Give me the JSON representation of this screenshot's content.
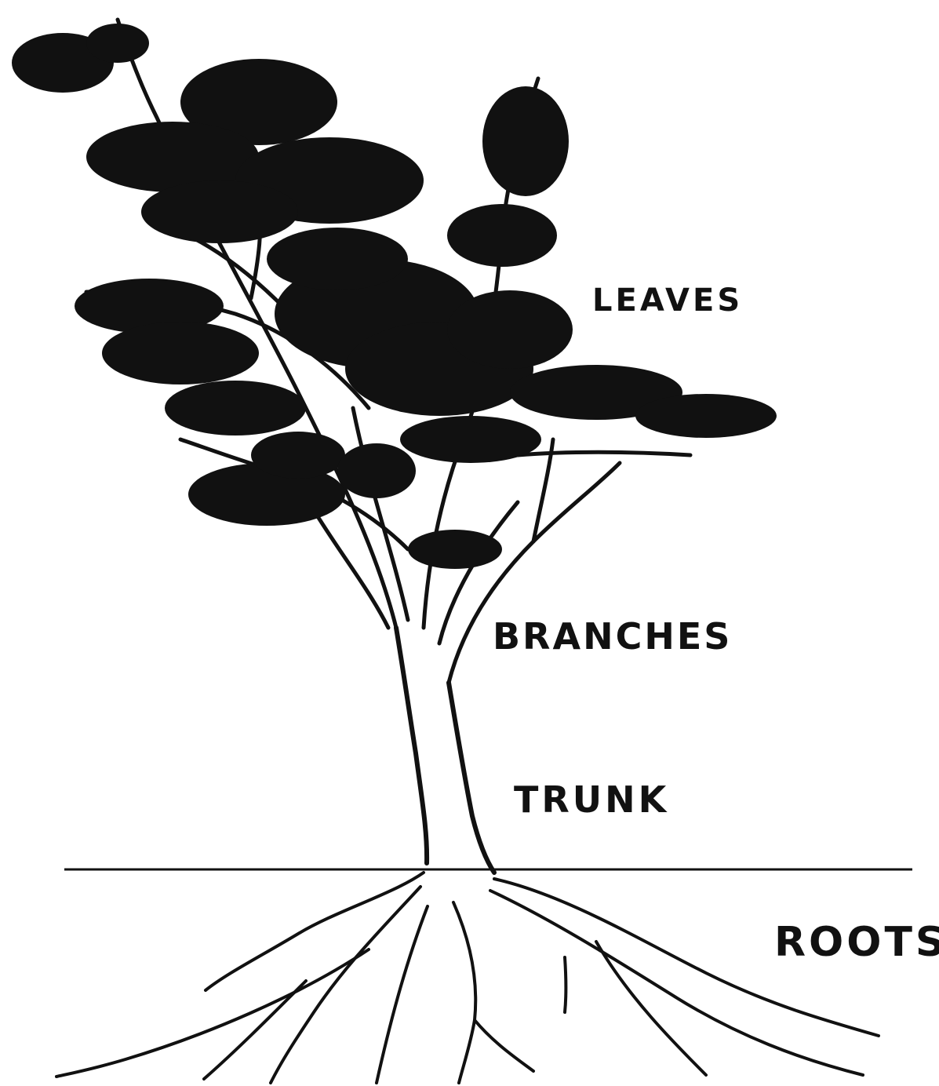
{
  "diagram": {
    "labels": {
      "leaves": "LEAVES",
      "branches": "BRANCHES",
      "trunk": "TRUNK",
      "roots": "ROOTS"
    },
    "colors": {
      "ink": "#111111",
      "paper": "#ffffff"
    }
  }
}
